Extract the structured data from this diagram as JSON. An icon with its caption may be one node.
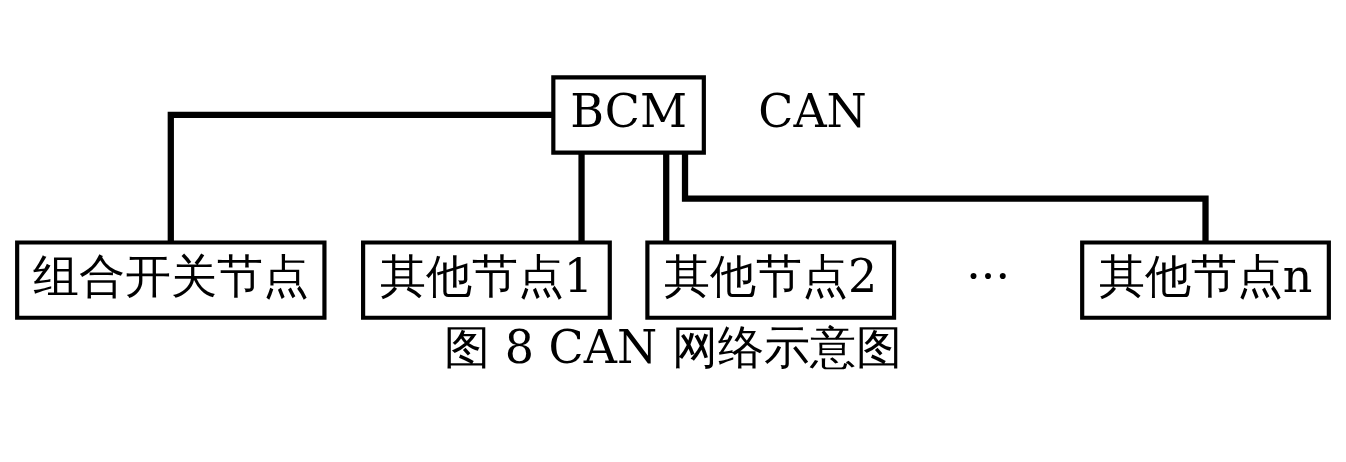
{
  "diagram": {
    "caption": "图 8 CAN 网络示意图",
    "nodes": [
      {
        "text": [
          "BCM"
        ]
      },
      {
        "text": [
          "组合开关节点"
        ]
      },
      {
        "text": [
          "其他节点1"
        ]
      },
      {
        "text": [
          "其他节点2"
        ]
      },
      {
        "text": [
          "其他节点n"
        ]
      }
    ],
    "edges": [
      {
        "from": 0,
        "to": 1,
        "arrow": "none"
      },
      {
        "from": 0,
        "to": 2,
        "arrow": "none"
      },
      {
        "from": 0,
        "to": 3,
        "arrow": "none"
      },
      {
        "from": 0,
        "to": 4,
        "arrow": "none"
      }
    ],
    "labels": [
      "CAN",
      "···"
    ]
  }
}
